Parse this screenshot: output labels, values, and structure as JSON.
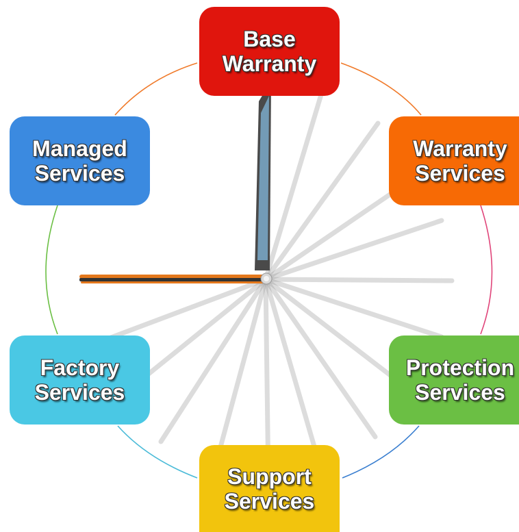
{
  "diagram": {
    "hub_image": "laptop-rotation",
    "nodes": [
      {
        "id": "base",
        "label": "Base\nWarranty",
        "color": "#e0150d"
      },
      {
        "id": "warranty",
        "label": "Warranty\nServices",
        "color": "#f76a05"
      },
      {
        "id": "protection",
        "label": "Protection\nServices",
        "color": "#6bbf44"
      },
      {
        "id": "support",
        "label": "Support\nServices",
        "color": "#f2c40d"
      },
      {
        "id": "factory",
        "label": "Factory\nServices",
        "color": "#4ac8e4"
      },
      {
        "id": "managed",
        "label": "Managed\nServices",
        "color": "#3b8ae0"
      }
    ],
    "ring_colors": [
      "#f07a2a",
      "#e0457a",
      "#3a7fd0",
      "#4bbbd8",
      "#6bbf44"
    ]
  }
}
